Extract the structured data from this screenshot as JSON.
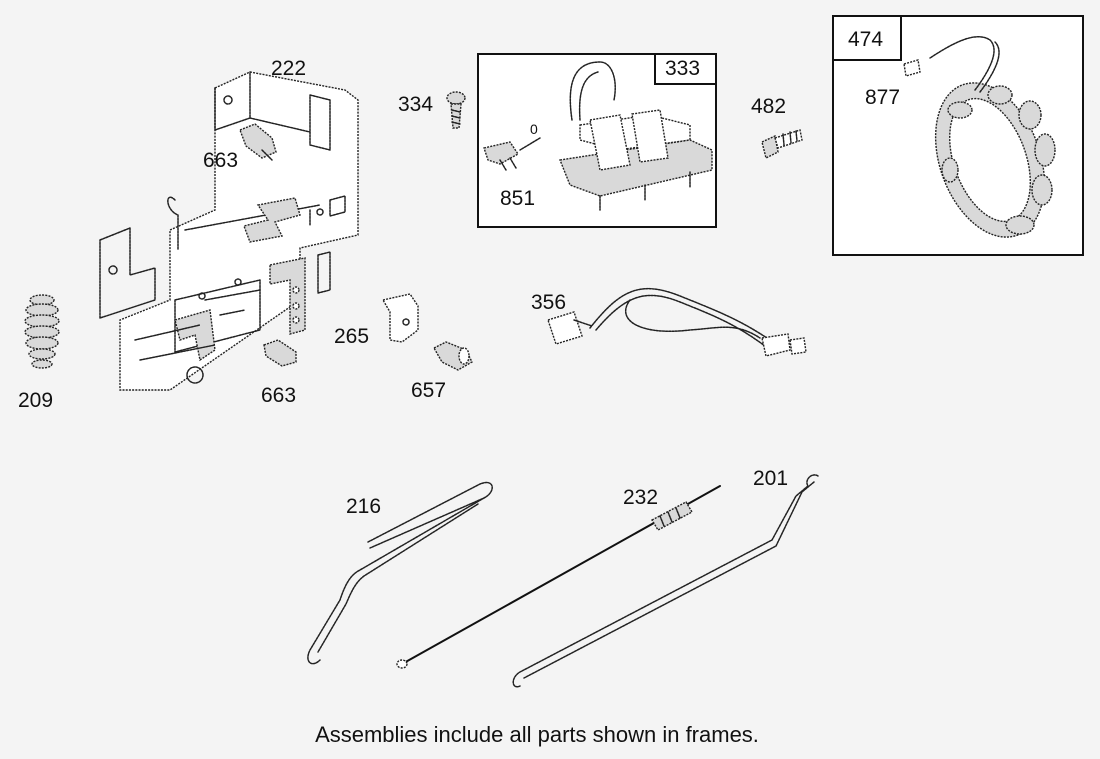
{
  "diagram": {
    "frames": [
      {
        "id": "frame-333",
        "tag": "333"
      },
      {
        "id": "frame-474",
        "tag": "474"
      }
    ],
    "parts": [
      {
        "label": "222"
      },
      {
        "label": "663"
      },
      {
        "label": "209"
      },
      {
        "label": "663"
      },
      {
        "label": "265"
      },
      {
        "label": "657"
      },
      {
        "label": "334"
      },
      {
        "label": "851"
      },
      {
        "label": "482"
      },
      {
        "label": "877"
      },
      {
        "label": "356"
      },
      {
        "label": "216"
      },
      {
        "label": "232"
      },
      {
        "label": "201"
      }
    ],
    "coil_mark": "0",
    "caption": "Assemblies include all parts shown in frames."
  }
}
